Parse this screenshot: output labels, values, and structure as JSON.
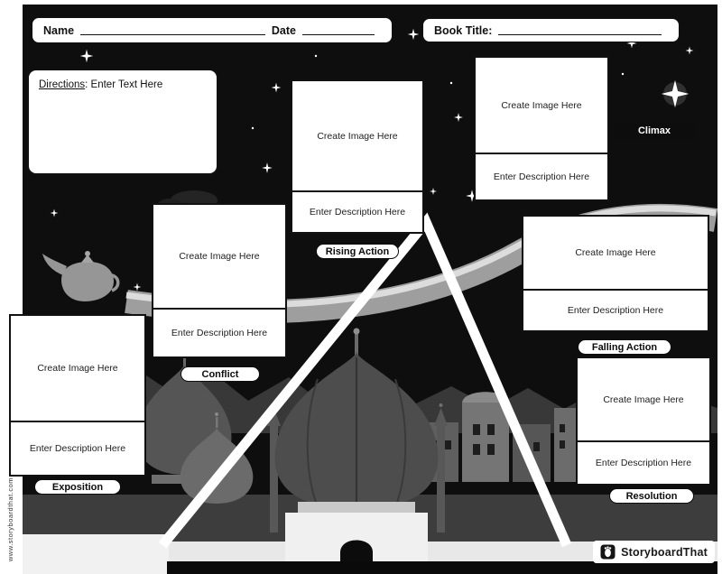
{
  "header": {
    "name_label": "Name",
    "date_label": "Date",
    "book_title_label": "Book Title:"
  },
  "directions": {
    "heading": "Directions",
    "text": ": Enter Text Here"
  },
  "frames": [
    {
      "label": "Exposition",
      "image_placeholder": "Create Image Here",
      "description_placeholder": "Enter Description Here"
    },
    {
      "label": "Conflict",
      "image_placeholder": "Create Image Here",
      "description_placeholder": "Enter Description Here"
    },
    {
      "label": "Rising Action",
      "image_placeholder": "Create Image Here",
      "description_placeholder": "Enter Description Here"
    },
    {
      "label": "Climax",
      "image_placeholder": "Create Image Here",
      "description_placeholder": "Enter Description Here"
    },
    {
      "label": "Falling Action",
      "image_placeholder": "Create Image Here",
      "description_placeholder": "Enter Description Here"
    },
    {
      "label": "Resolution",
      "image_placeholder": "Create Image Here",
      "description_placeholder": "Enter Description Here"
    }
  ],
  "footer": {
    "website_url": "www.storyboardthat.com",
    "brand_name": "StoryboardThat"
  },
  "colors": {
    "sky": "#0e0e0e",
    "plot_line": "#ffffff",
    "frame_border": "#111111",
    "climax_label_bg": "#0d0d0d"
  }
}
